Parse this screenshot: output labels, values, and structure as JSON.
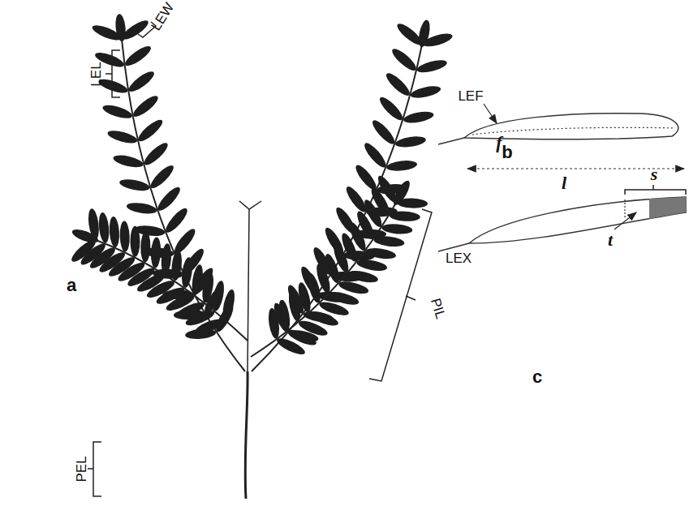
{
  "diagram": {
    "labels": [
      "LEW",
      "LEL",
      "a",
      "b",
      "LEF",
      "f",
      "l",
      "s",
      "t",
      "LEX",
      "PIL",
      "c",
      "PEL"
    ]
  }
}
